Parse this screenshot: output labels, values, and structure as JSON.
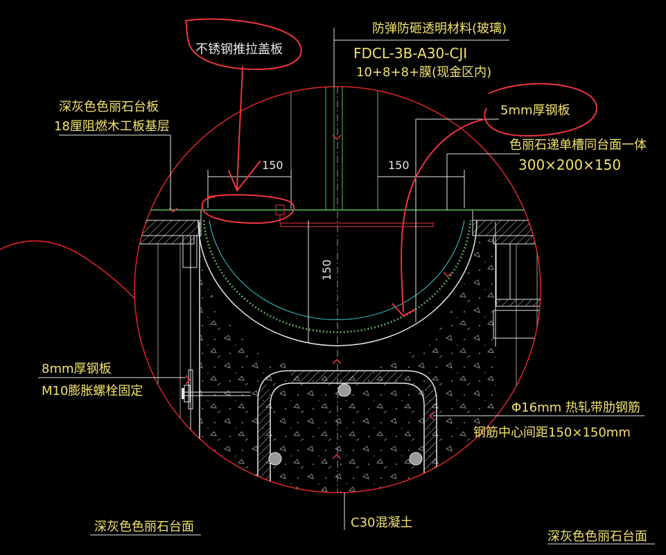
{
  "colors": {
    "background": "#000000",
    "label": "#f2e36b",
    "detail_circle": "#e0262b",
    "markup": "#f0363c",
    "white": "#e8e8e8",
    "green": "#5cc25c",
    "gray": "#9a9a9a",
    "cyan": "#36d0d0"
  },
  "labels": {
    "glass_title": "防弹防砸透明材料(玻璃)",
    "glass_code": "FDCL-3B-A30-CJI",
    "glass_spec": "10+8+8+膜(现金区内)",
    "top_left_1": "深灰色色丽石台板",
    "top_left_2": "18厘阻燃木工板基层",
    "steel_5mm": "5mm厚钢板",
    "tray_1": "色丽石递单槽同台面一体",
    "tray_2": "300×200×150",
    "plate_8mm": "8mm厚钢板",
    "bolt": "M10膨胀螺栓固定",
    "rebar_1": "Φ16mm 热轧带肋钢筋",
    "rebar_2": "钢筋中心间距150×150mm",
    "concrete": "C30混凝土",
    "bottom_left": "深灰色色丽石台面",
    "bottom_right": "深灰色色丽石台面",
    "cover": "不锈钢推拉盖板"
  },
  "dimensions": {
    "left_width": "150",
    "right_width": "150",
    "depth": "150"
  }
}
